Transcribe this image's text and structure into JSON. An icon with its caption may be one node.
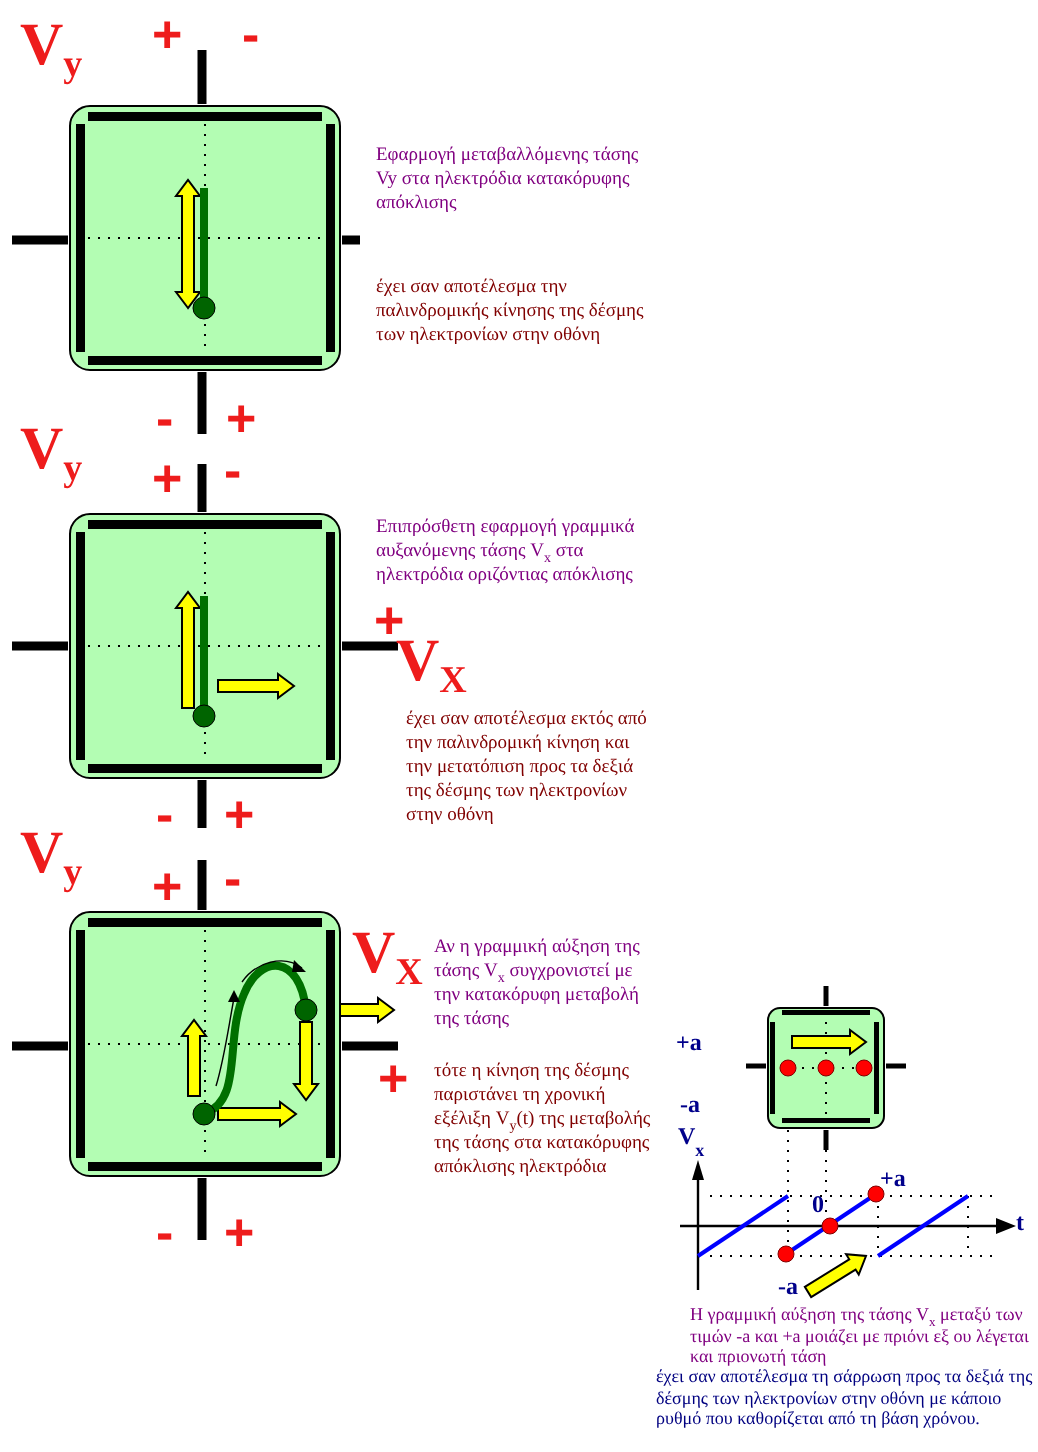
{
  "diagram": {
    "nodes": [
      {
        "text": [],
        "shape": "picture"
      },
      {
        "text": [],
        "shape": "picture"
      },
      {
        "text": [],
        "shape": "picture"
      },
      {
        "text": [],
        "shape": "picture"
      }
    ],
    "labels": [
      "V$_{y}$",
      "+",
      "-",
      "Εφαρμογή μεταβαλλόμενης τάσης Vy στα ηλεκτρόδια κατακόρυφης απόκλισης",
      "έχει σαν αποτέλεσμα την παλινδρομικής κίνησης της δέσμης των ηλεκτρονίων στην οθόνη",
      "-",
      "+",
      "V$_{y}$",
      "+",
      "-",
      "Επιπρόσθετη εφαρμογή γραμμικά αυξανόμενης τάσης V$_{x}$ στα ηλεκτρόδια οριζόντιας απόκλισης",
      "+",
      "V$_{X}$",
      "έχει σαν αποτέλεσμα εκτός από την παλινδρομική κίνηση και την μετατόπιση προς τα δεξιά της δέσμης των ηλεκτρονίων στην οθόνη",
      "-",
      "+",
      "V$_{y}$",
      "+",
      "-",
      "V$_{X}$",
      "Αν η γραμμική αύξηση της τάσης V$_{x}$ συγχρονιστεί με την κατακόρυφη μεταβολή της τάσης",
      "+",
      "τότε η κίνηση της δέσμης παριστάνει τη χρονική εξέλιξη V$_{y}$(t) της μεταβολής της τάσης στα κατακόρυφης απόκλισης ηλεκτρόδια",
      "-",
      "+",
      "+a",
      "-a",
      "V$_{x}$",
      "+a",
      "0",
      "-a",
      "t",
      "Η γραμμική αύξηση της τάσης V$_{x}$ μεταξύ των τιμών -a και +a μοιάζει με πριόνι εξ ου λέγεται και πριονωτή τάση",
      "έχει σαν αποτέλεσμα τη σάρρωση προς τα δεξιά της δέσμης των ηλεκτρονίων στην οθόνη με κάποιο ρυθμό που καθορίζεται από τη βάση χρόνου."
    ]
  }
}
